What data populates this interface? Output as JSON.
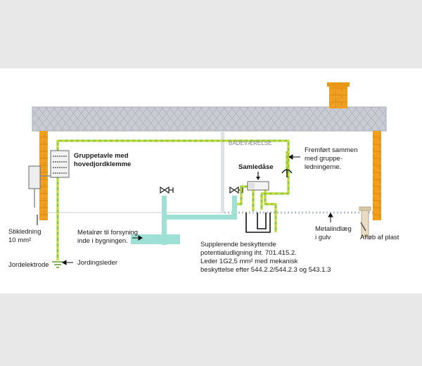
{
  "labels": {
    "gruppetavle": [
      "Gruppetavle med",
      "hovedjordklemme"
    ],
    "badevaerelse": "BADEVÆRELSE",
    "samledaase": "Samledåse",
    "fremfoert": [
      "Fremført sammen",
      "med gruppe-",
      "ledningerne."
    ],
    "stikledning": [
      "Stikledning",
      "10 mm²"
    ],
    "metalroer": [
      "Metalrør til forsyning",
      "inde i bygningen."
    ],
    "jordingsleder": "Jordingsleder",
    "jordelektrode": "Jordelektrode",
    "supplerende": [
      "Supplerende beskyttende",
      "potentialudligning iht. 701.415.2.",
      "Leder 1G2,5 mm² med mekanisk",
      "beskyttelse efter 544.2.2/544.2.3 og 543.1.3"
    ],
    "metalindlaeg": [
      "Metalindlæg",
      "i gulv"
    ],
    "afloeb": "Afløb af plast"
  },
  "colors": {
    "roof": "#c9cdd3",
    "brick": "#f0a020",
    "ground_wire": "#8dc63f",
    "ground_dash": "#f2e400",
    "pipe": "#9fe0d6",
    "wall": "#dfe2e6",
    "floor_dots": "#b9c0c8"
  }
}
